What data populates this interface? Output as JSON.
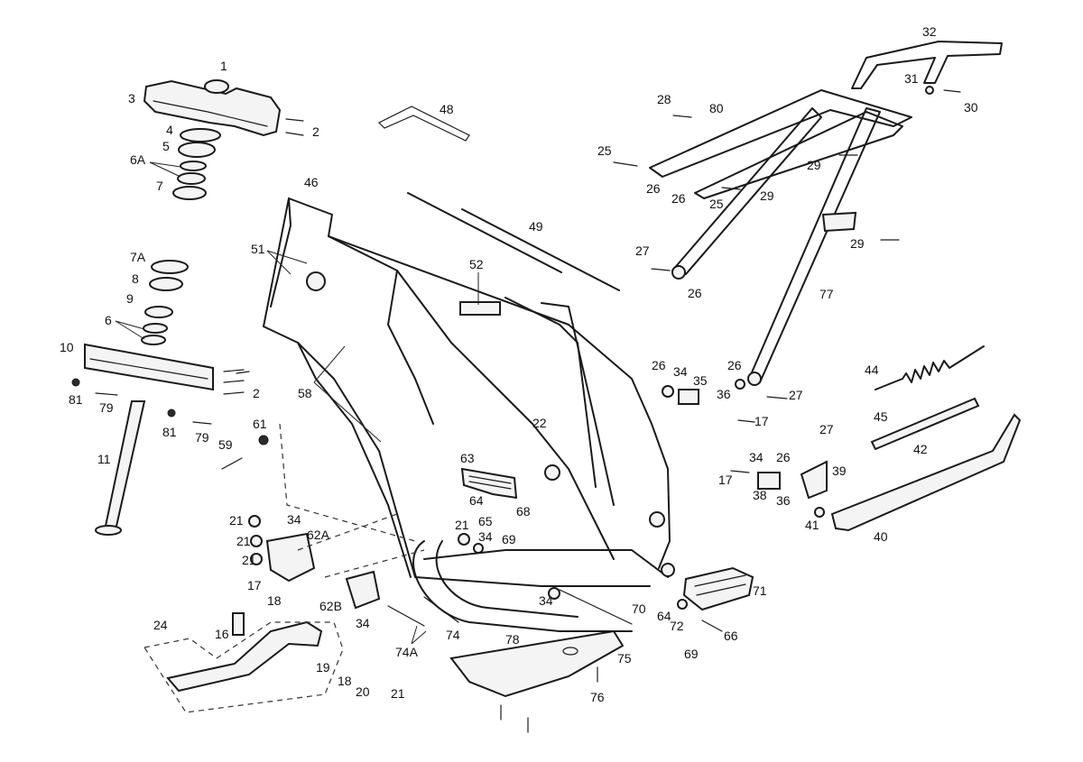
{
  "labels": [
    "1",
    "2",
    "3",
    "4",
    "5",
    "6A",
    "7",
    "7A",
    "8",
    "9",
    "6",
    "10",
    "81",
    "79",
    "2",
    "11",
    "81",
    "79",
    "61",
    "59",
    "51",
    "46",
    "48",
    "49",
    "52",
    "58",
    "22",
    "63",
    "64",
    "65",
    "68",
    "21",
    "34",
    "69",
    "21",
    "34",
    "62A",
    "21",
    "21",
    "17",
    "18",
    "24",
    "16",
    "62B",
    "34",
    "74A",
    "74",
    "78",
    "75",
    "76",
    "19",
    "18",
    "20",
    "21",
    "34",
    "70",
    "64",
    "72",
    "69",
    "66",
    "71",
    "28",
    "80",
    "25",
    "26",
    "26",
    "25",
    "29",
    "29",
    "29",
    "32",
    "31",
    "30",
    "27",
    "26",
    "77",
    "44",
    "45",
    "42",
    "26",
    "34",
    "35",
    "36",
    "26",
    "27",
    "17",
    "27",
    "17",
    "34",
    "26",
    "39",
    "38",
    "36",
    "41",
    "40"
  ]
}
